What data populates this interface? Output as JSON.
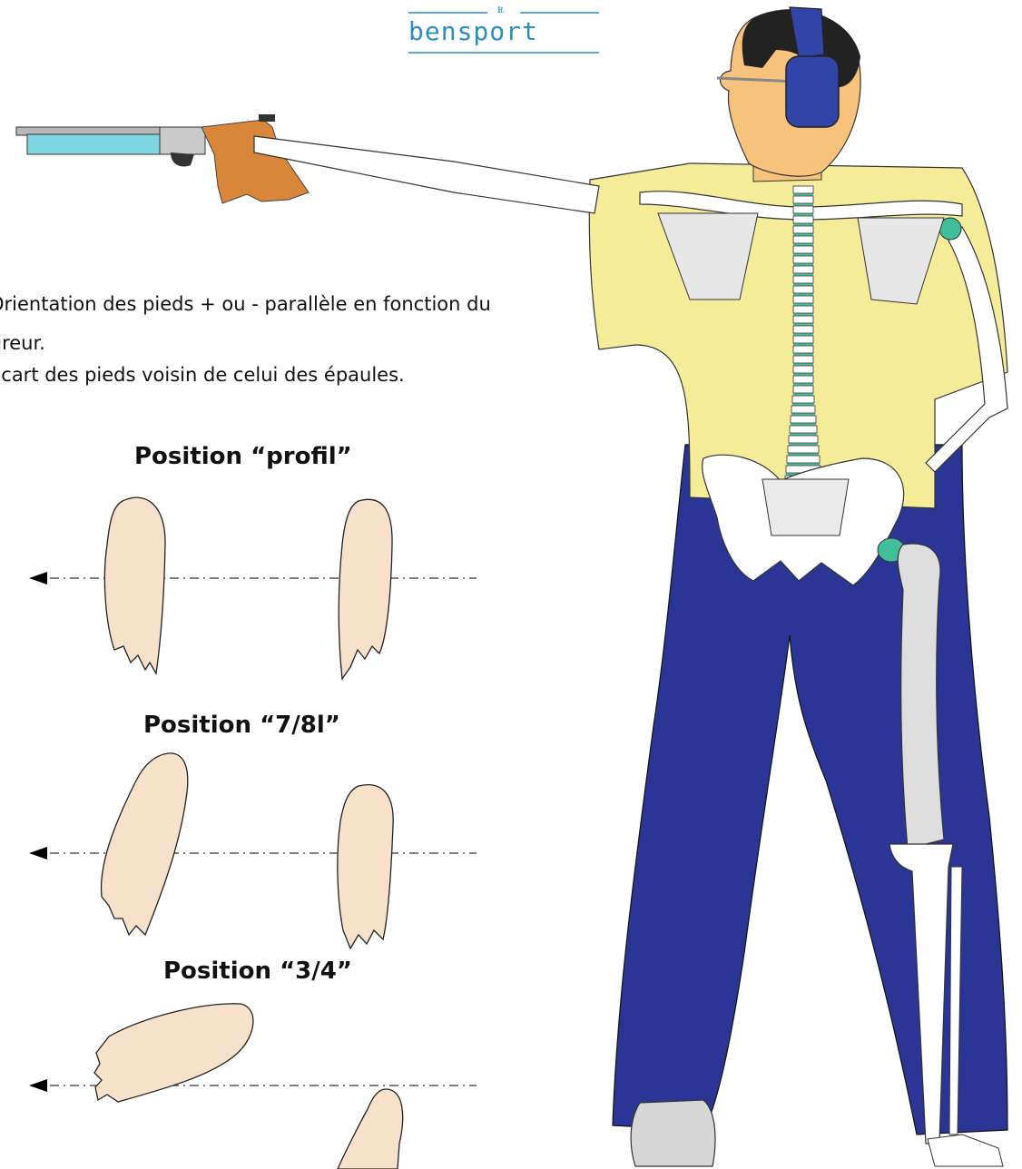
{
  "logo": {
    "text": "bensport",
    "color": "#2a8fbf"
  },
  "instructions": {
    "line1": "Orientation des pieds + ou - parallèle en fonction du",
    "line2": "tireur.",
    "line3": "Ecart des pieds voisin de celui des épaules."
  },
  "positions": [
    {
      "label": "Position “profil”"
    },
    {
      "label": "Position “7/8l”"
    },
    {
      "label": "Position “3/4”"
    }
  ],
  "colors": {
    "skin": "#f7c27b",
    "shirt": "#f5ec9a",
    "trousers": "#2b3595",
    "foot": "#f8e1cb",
    "headphones": "#3344a8",
    "pistol_grip": "#d9863a",
    "pistol_barrel": "#7fd6e3",
    "joint_highlight": "#3fbf9a"
  }
}
